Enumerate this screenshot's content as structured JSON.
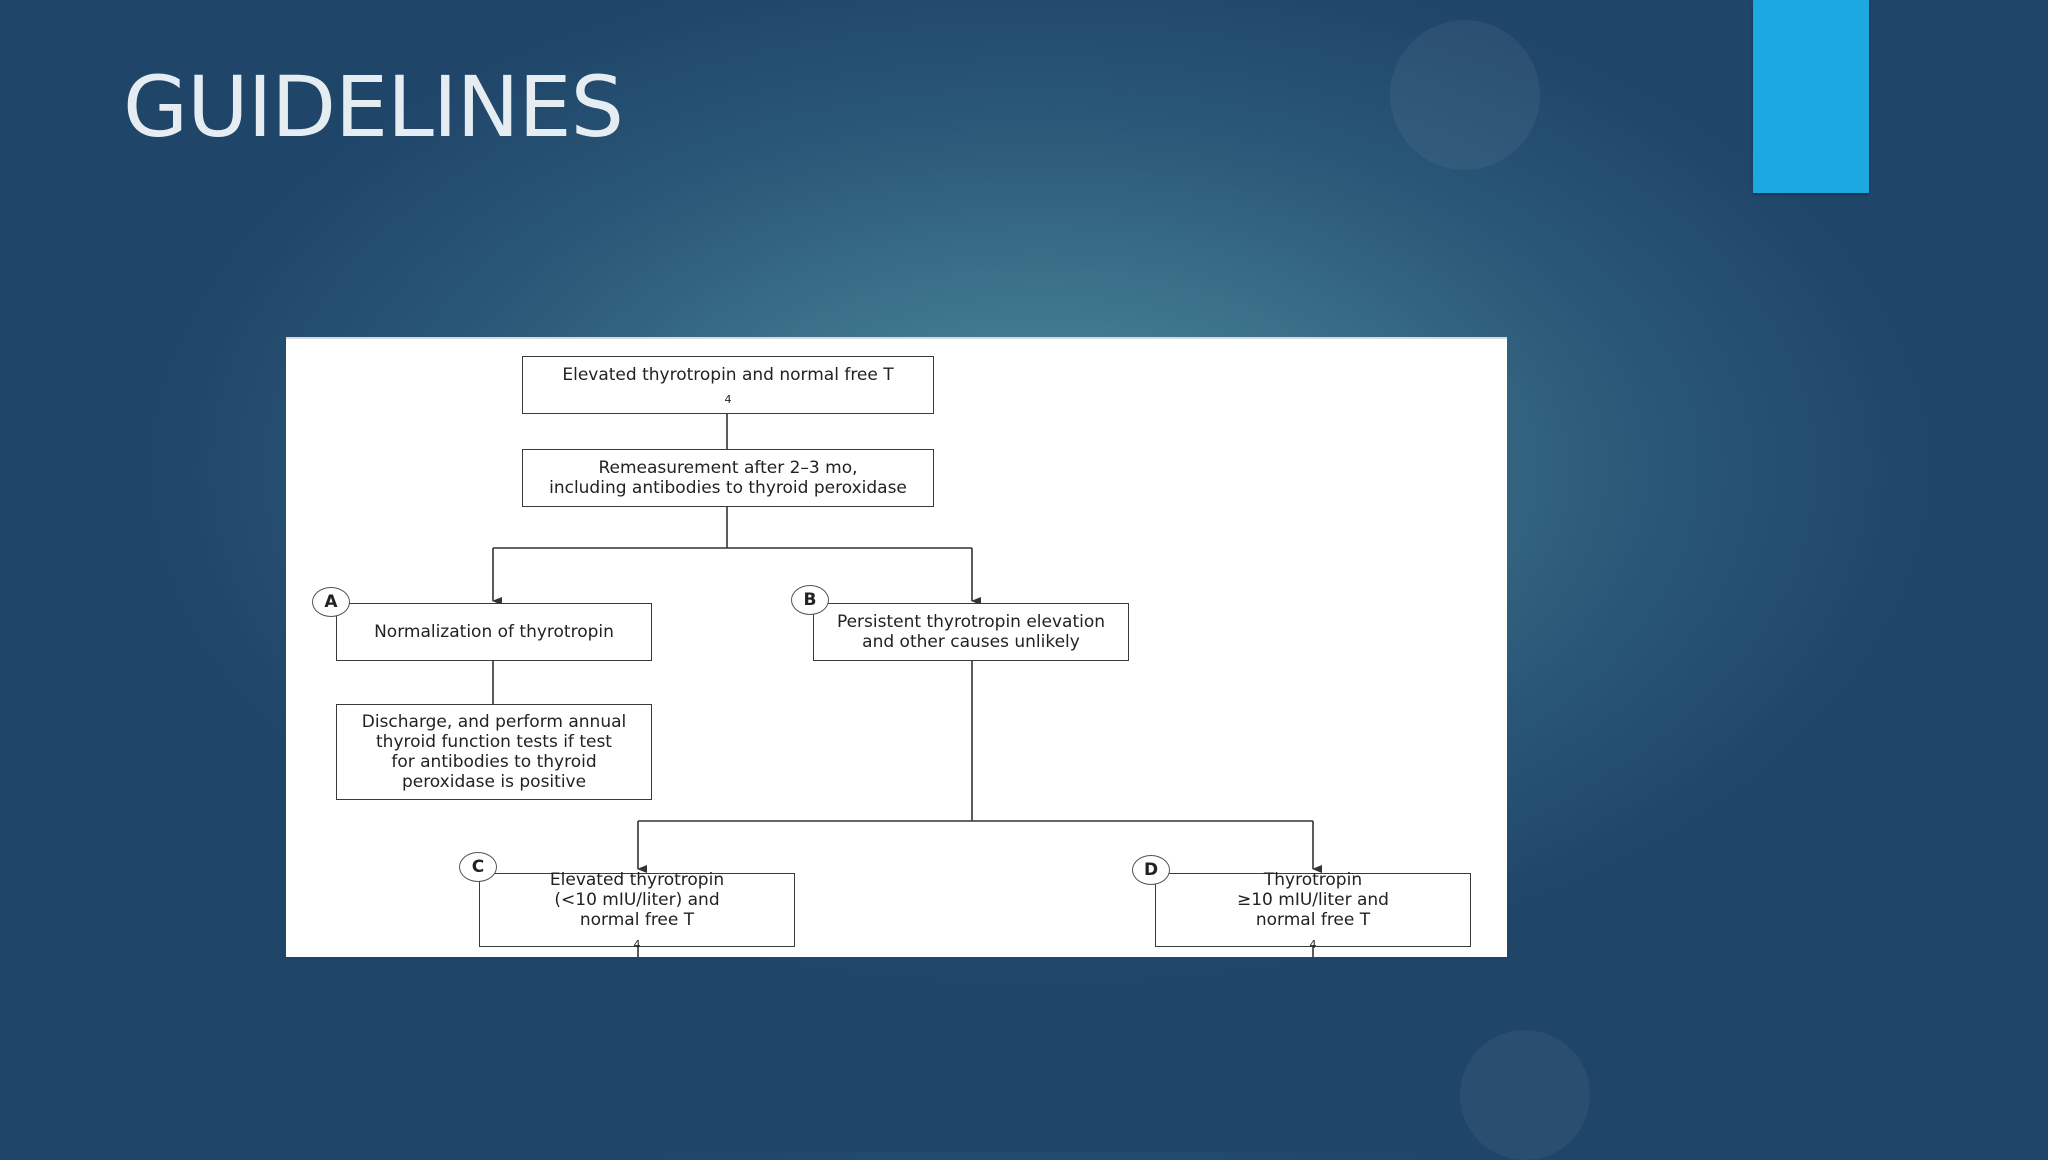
{
  "slide": {
    "title": "GUIDELINES"
  },
  "colors": {
    "accent": "#1ca9e1",
    "background": "#2a5777"
  },
  "flowchart": {
    "start": {
      "text": "Elevated thyrotropin and normal free T",
      "sub": "4"
    },
    "remeasure": {
      "line1": "Remeasurement after 2–3 mo,",
      "line2": "including antibodies to thyroid peroxidase"
    },
    "branch_a": {
      "marker": "A",
      "text": "Normalization of thyrotropin"
    },
    "discharge": {
      "line1": "Discharge, and perform annual",
      "line2": "thyroid function tests if test",
      "line3": "for antibodies to thyroid",
      "line4": "peroxidase is positive"
    },
    "branch_b": {
      "marker": "B",
      "line1": "Persistent thyrotropin elevation",
      "line2": "and other causes unlikely"
    },
    "branch_c": {
      "marker": "C",
      "line1": "Elevated thyrotropin",
      "line2": "(<10 mIU/liter) and",
      "line3": "normal free T",
      "sub": "4"
    },
    "branch_d": {
      "marker": "D",
      "line1": "Thyrotropin",
      "line2": "≥10 mIU/liter and",
      "line3": "normal free T",
      "sub": "4"
    }
  }
}
